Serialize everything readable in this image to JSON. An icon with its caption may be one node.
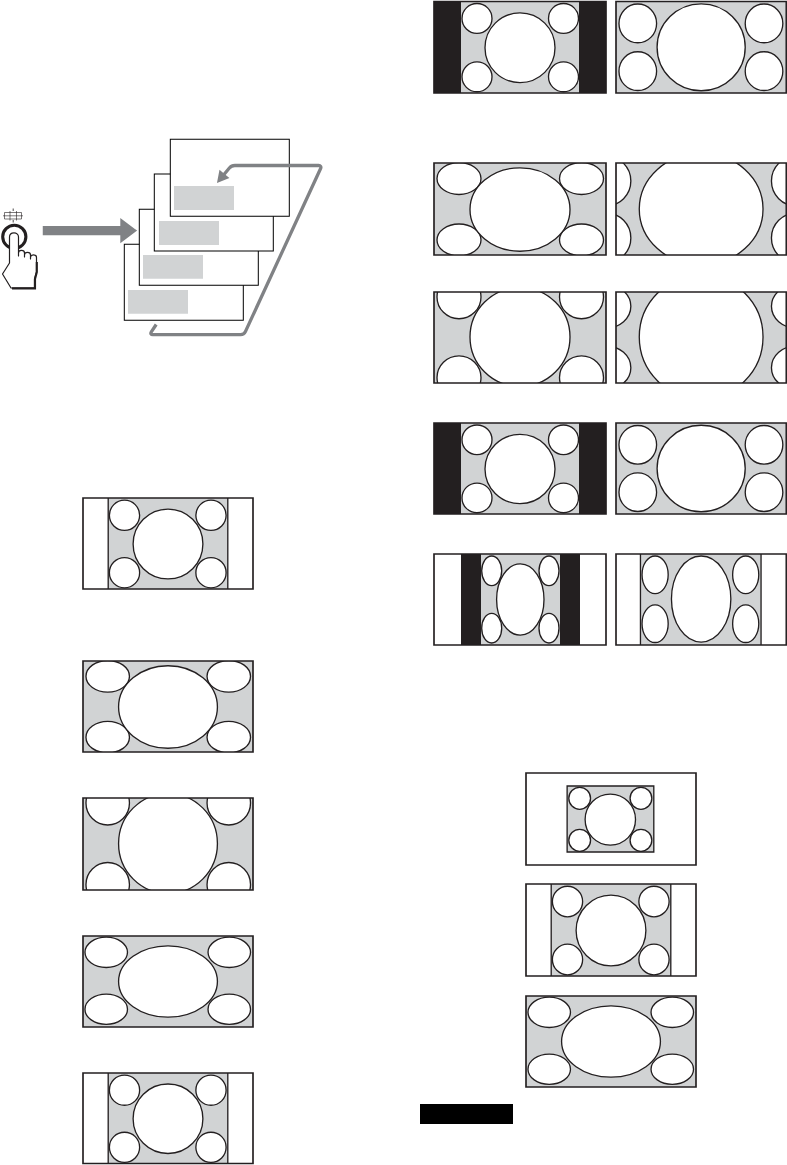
{
  "diagram": {
    "nodes": [
      {
        "text": [],
        "shape": "picture"
      },
      {
        "text": [],
        "shape": "box"
      },
      {
        "text": [],
        "shape": "box"
      },
      {
        "text": [],
        "shape": "box"
      },
      {
        "text": [],
        "shape": "box"
      },
      {
        "text": [],
        "shape": "bar"
      }
    ],
    "edges": [
      {
        "from": 0,
        "to": 3,
        "arrow": "to",
        "style": "thick"
      },
      {
        "from": 4,
        "to": 1,
        "arrow": "to"
      }
    ]
  }
}
